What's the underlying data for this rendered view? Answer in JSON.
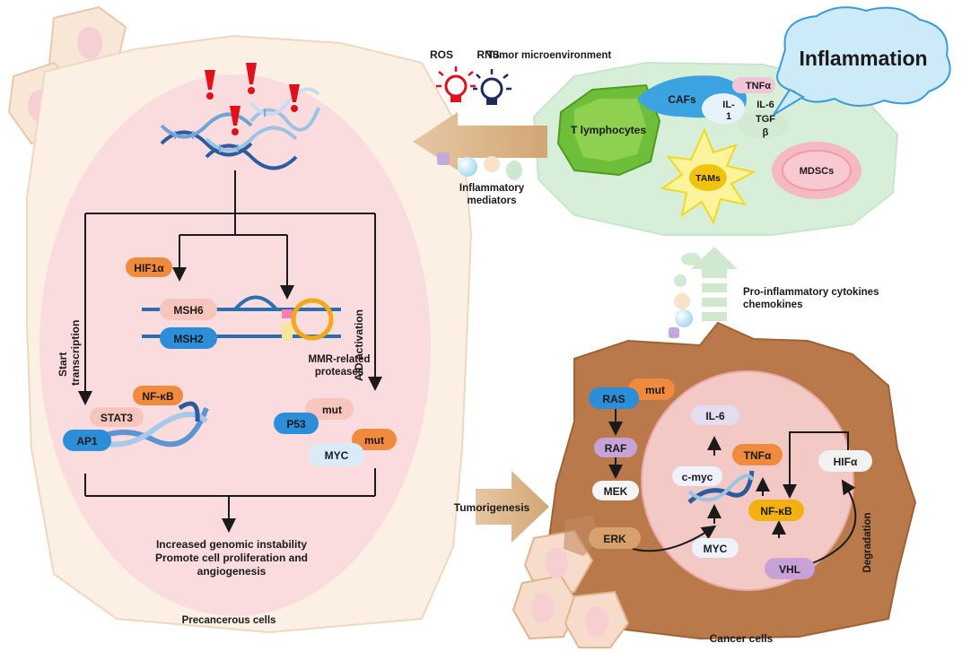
{
  "header": {
    "ros": "ROS",
    "rns": "RNS",
    "tumor_microenvironment": "Tumor microenvironment",
    "inflammation": "Inflammation"
  },
  "microenvironment": {
    "cafs": "CAFs",
    "tnfa": "TNFα",
    "il1_line1": "IL-",
    "il1_line2": "1",
    "il6": "IL-6",
    "tgf_line1": "TGF",
    "tgf_line2": "β",
    "t_lymphocytes": "T lymphocytes",
    "tams": "TAMs",
    "mdscs": "MDSCs"
  },
  "arrows": {
    "inflammatory_mediators_line1": "Inflammatory",
    "inflammatory_mediators_line2": "mediators",
    "pro_inflammatory_line1": "Pro-inflammatory cytokines",
    "pro_inflammatory_line2": "chemokines",
    "tumorigenesis": "Tumorigenesis"
  },
  "precancerous": {
    "hif1a": "HIF1α",
    "msh6": "MSH6",
    "msh2": "MSH2",
    "mmr_line1": "MMR-related",
    "mmr_line2": "proteases",
    "start_line1": "Start",
    "start_line2": "transcription",
    "aid_activation": "AID activation",
    "nfkb": "NF-κB",
    "stat3": "STAT3",
    "ap1": "AP1",
    "p53": "P53",
    "mut_p53": "mut",
    "myc": "MYC",
    "mut_myc": "mut",
    "outcome_line1": "Increased genomic instability",
    "outcome_line2": "Promote cell proliferation and",
    "outcome_line3": "angiogenesis",
    "caption": "Precancerous cells"
  },
  "cancer": {
    "ras": "RAS",
    "mut_ras": "mut",
    "raf": "RAF",
    "mek": "MEK",
    "erk": "ERK",
    "il6": "IL-6",
    "tnfa": "TNFα",
    "cmyc": "c-myc",
    "myc": "MYC",
    "nfkb": "NF-κB",
    "hifa": "HIFα",
    "vhl": "VHL",
    "degradation": "Degradation",
    "caption": "Cancer cells"
  }
}
